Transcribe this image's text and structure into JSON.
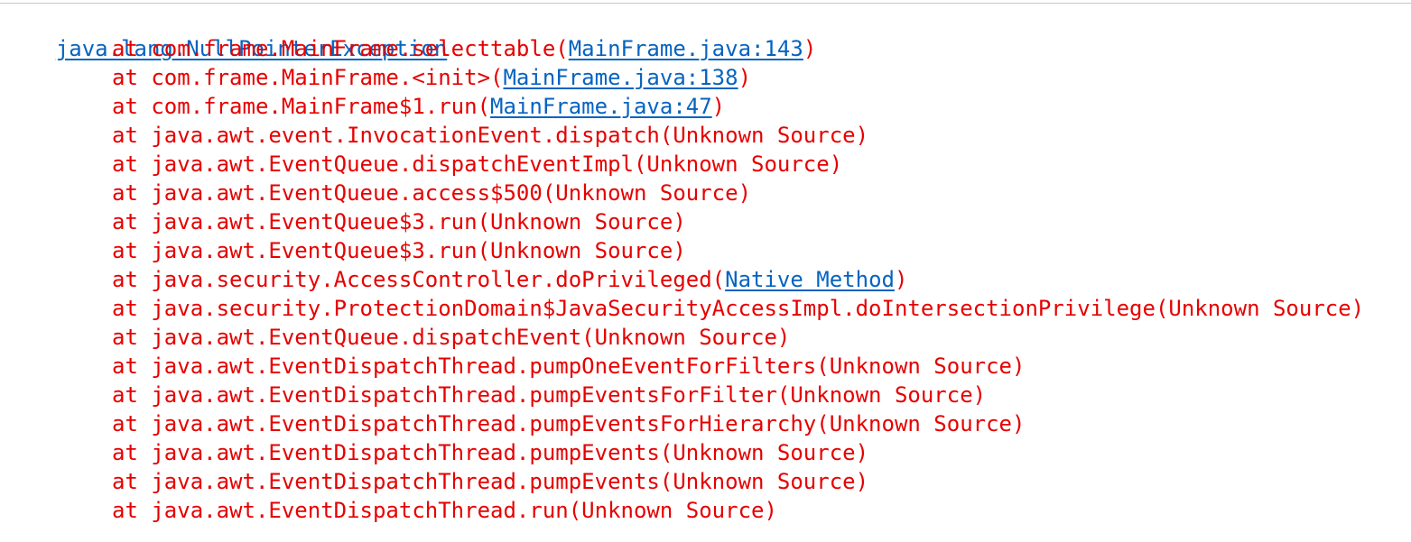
{
  "console": {
    "top_fragment": "",
    "exception": "java.lang.NullPointerException",
    "frames": [
      {
        "prefix": "at com.frame.MainFrame.selecttable(",
        "link": "MainFrame.java:143",
        "suffix": ")"
      },
      {
        "prefix": "at com.frame.MainFrame.<init>(",
        "link": "MainFrame.java:138",
        "suffix": ")"
      },
      {
        "prefix": "at com.frame.MainFrame$1.run(",
        "link": "MainFrame.java:47",
        "suffix": ")"
      },
      {
        "text": "at java.awt.event.InvocationEvent.dispatch(Unknown Source)"
      },
      {
        "text": "at java.awt.EventQueue.dispatchEventImpl(Unknown Source)"
      },
      {
        "text": "at java.awt.EventQueue.access$500(Unknown Source)"
      },
      {
        "text": "at java.awt.EventQueue$3.run(Unknown Source)"
      },
      {
        "text": "at java.awt.EventQueue$3.run(Unknown Source)"
      },
      {
        "prefix": "at java.security.AccessController.doPrivileged(",
        "link": "Native Method",
        "suffix": ")"
      },
      {
        "text": "at java.security.ProtectionDomain$JavaSecurityAccessImpl.doIntersectionPrivilege(Unknown Source)"
      },
      {
        "text": "at java.awt.EventQueue.dispatchEvent(Unknown Source)"
      },
      {
        "text": "at java.awt.EventDispatchThread.pumpOneEventForFilters(Unknown Source)"
      },
      {
        "text": "at java.awt.EventDispatchThread.pumpEventsForFilter(Unknown Source)"
      },
      {
        "text": "at java.awt.EventDispatchThread.pumpEventsForHierarchy(Unknown Source)"
      },
      {
        "text": "at java.awt.EventDispatchThread.pumpEvents(Unknown Source)"
      },
      {
        "text": "at java.awt.EventDispatchThread.pumpEvents(Unknown Source)"
      },
      {
        "text": "at java.awt.EventDispatchThread.run(Unknown Source)"
      }
    ]
  },
  "colors": {
    "background": "#ffffff",
    "stack_text": "#e60000",
    "link": "#0563c1"
  }
}
